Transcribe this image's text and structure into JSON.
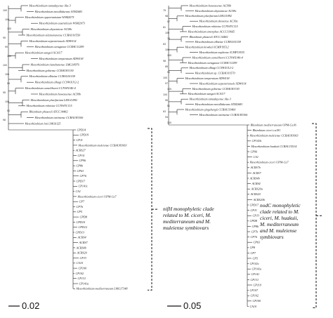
{
  "left_tree": {
    "top_taxa": [
      "Mesorhizobium tamadayense Ala-3",
      "Mesorhizobium metallidurans STM2683",
      "Mesorhizobium opportunistum WSM2075",
      "Mesorhizobium australicum WSM2073",
      "Mesorhizobium abyssinicae AC98c",
      "Mesorhizobium silamurunense CCBAU01550",
      "Mesorhizobium septentrionale SDW014",
      "Mesorhizobium caraganae CCBAU11299",
      "Mesorhizobium sangaii SCAU7",
      "Mesorhizobium temperatum SDW018",
      "Mesorhizobium tianshanense LMG18976",
      "Mesorhizobium gobiense CCBAU83330",
      "Mesorhizobium albiziae CCBAU61158",
      "Mesorhizobium alhagi CCNWXJ12-2",
      "Mesorhizobium camelthorni CCNWXJ40-4",
      "Mesorhizobium hawassense AC99b",
      "Mesorhizobium plurifarium LMG11892",
      "Mesorhizobium robiniae CCNWYC115",
      "Rhizobium phaseoli ATCC14482",
      "Mesorhizobium tarimense CCBAU83306",
      "Mesorhizobium loti LMG6125"
    ],
    "clade_taxa": [
      "CPD14",
      "CPD19",
      "CPJ1",
      "Mesorhizobium muleiense CCBAU83963",
      "ACRS27",
      "CP14",
      "CP96",
      "CP8b",
      "CP63",
      "CP76",
      "CPD17",
      "CP141c",
      "CA1",
      "Mesorhizobium ciceri UPM-Ca7",
      "CP7",
      "CP7b",
      "CP5",
      "CPD8",
      "CPD10",
      "CPD12",
      "CPD13",
      "ACRS4",
      "ACRS7",
      "ACRS4b",
      "ACRS20",
      "CPJ3",
      "CA10",
      "CP100",
      "CP102",
      "CP131",
      "CP141a",
      "Mesorhizobium mediterraneum LMG17148"
    ],
    "bootstraps": [
      "100",
      "100",
      "100",
      "95",
      "99",
      "100",
      "100",
      "100",
      "99",
      "95",
      "100",
      "90",
      "98"
    ],
    "annotation": [
      "nifH monophyletic clade",
      "related to M. ciceri, M.",
      "mediterraneum and M.",
      "muleiense symbiovars"
    ],
    "scale_label": "0.02"
  },
  "right_tree": {
    "top_taxa": [
      "Mesorhizobium hawassense AC99b",
      "Mesorhizobium abyssinicae AC98c",
      "Mesorhizobium plurifarium LMG11892",
      "Mesorhizobium shonense AC39a",
      "Mesorhizobium robiniae CCNWYC115",
      "Mesorhizobium amorphae ACCC19665",
      "Rhizobium phaseoli ATCC14482",
      "Mesorhizobium albiziae CCBAU61158",
      "Mesorhizobium kowhaii ICMP19512",
      "Mesorhizobium sophorae ICMP19535",
      "Mesorhizobium camelthorni CCNWXJ40-4",
      "Mesorhizobium caraganae CCBAU11299",
      "Mesorhizobium alhagi CCNWXJ12-2",
      "Mesorhizobium sp. CCBAU01570",
      "Mesorhizobium temperatum SDW018",
      "Mesorhizobium septentrionale SDW014",
      "Mesorhizobium gobiense CCBAU83330",
      "Mesorhizobium sangaii SCAU7",
      "Mesorhizobium tamadayense Ala-3",
      "Mesorhizobium metallidurans STM2683",
      "Mesorhizobium qingshengii CCBAU33460",
      "Mesorhizobium tarimense CCBAU83306"
    ],
    "clade_taxa": [
      "Rhizobium mediterraneum UPM-Ca36",
      "Rhizobium ciceri ca181",
      "Mesorhizobium muleiense CCBAU83963",
      "CP141b",
      "Mesorhizobium huakuii CCBAU15514",
      "CP96",
      "CA1",
      "Mesorhizobium ciceri UPM-Ca7",
      "ACRS7b",
      "ACRS7",
      "ACRS4b",
      "ACRS4",
      "ACRS20a",
      "ACRS20",
      "ACRS20b",
      "CPD17",
      "CPJ1",
      "CPJ3",
      "CPD8",
      "CP8b",
      "CP7b",
      "CP76",
      "CP63",
      "CP8",
      "CP7",
      "CP5",
      "CP141c",
      "CP141a",
      "CP141",
      "CP131",
      "CP119",
      "CP107",
      "CP102",
      "CP100",
      "CA10"
    ],
    "bootstraps": [
      "75",
      "98",
      "97",
      "81",
      "100",
      "74",
      "63",
      "100",
      "100",
      "98",
      "85",
      "91",
      "100",
      "97",
      "100",
      "100",
      "90",
      "51",
      "63",
      "94",
      "100"
    ],
    "annotation": [
      "nodC monophyletic",
      "clade related to M.",
      "ciceri, M. huakuii,",
      "M. mediterraneum",
      "and M. muleiense",
      "symbiovars"
    ],
    "scale_label": "0.05"
  }
}
